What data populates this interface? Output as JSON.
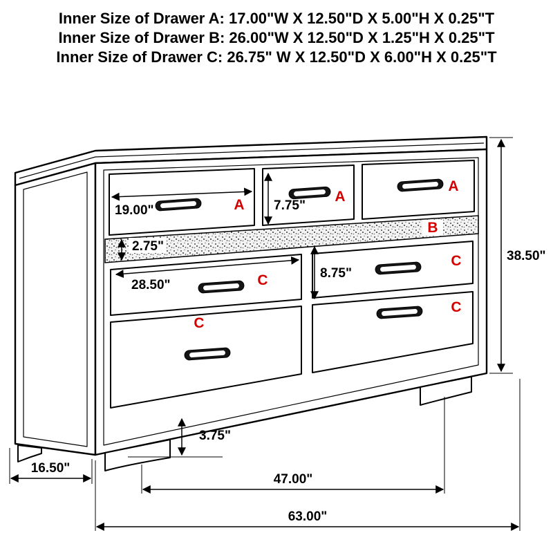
{
  "header": {
    "lines": [
      "Inner Size of Drawer A: 17.00\"W X 12.50\"D X 5.00\"H X 0.25\"T",
      "Inner Size of Drawer B: 26.00\"W X 12.50\"D X 1.25\"H X 0.25\"T",
      "Inner Size of Drawer C: 26.75\" W X 12.50\"D X 6.00\"H X 0.25\"T"
    ]
  },
  "diagram": {
    "drawer_labels": {
      "a": "A",
      "b": "B",
      "c": "C"
    },
    "dimensions": {
      "drawer_a_front_width": "19.00\"",
      "drawer_a_front_height": "7.75\"",
      "drawer_b_front_height": "2.75\"",
      "drawer_c_front_width": "28.50\"",
      "drawer_c_front_height": "8.75\"",
      "overall_height": "38.50\"",
      "base_height": "3.75\"",
      "side_depth": "16.50\"",
      "leg_span_width": "47.00\"",
      "overall_width": "63.00\""
    },
    "colors": {
      "label_red": "#d40000",
      "line_black": "#000000"
    }
  }
}
